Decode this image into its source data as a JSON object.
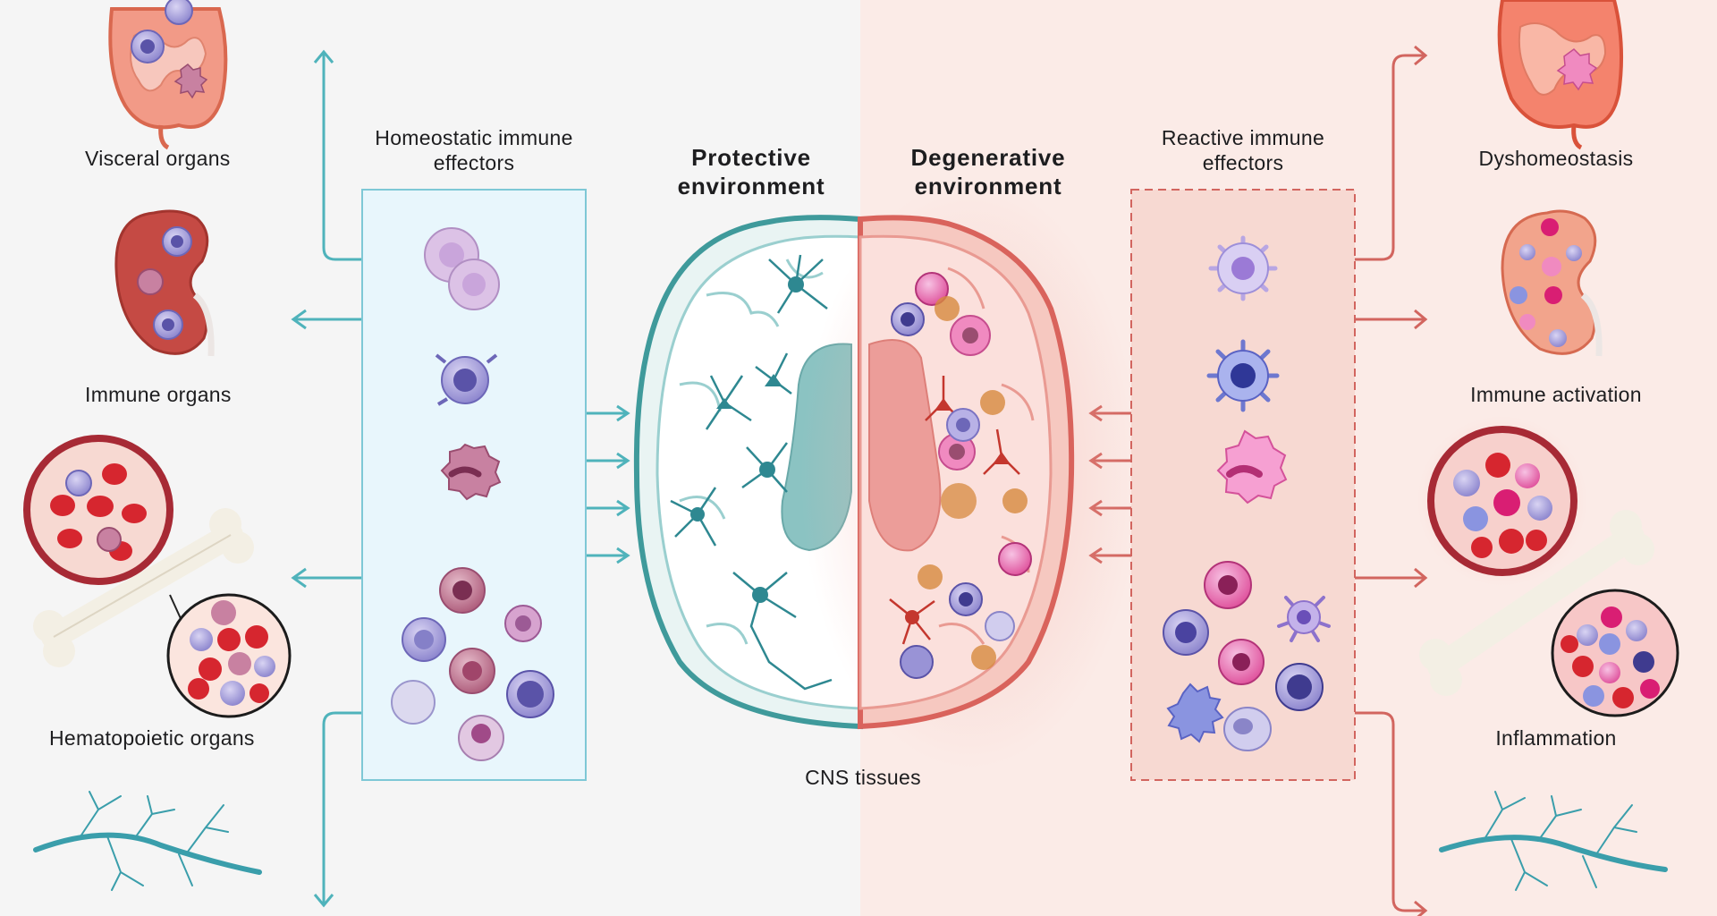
{
  "left": {
    "labels": {
      "visceral": "Visceral organs",
      "immune": "Immune organs",
      "hematopoietic": "Hematopoietic organs"
    },
    "effectors": {
      "line1": "Homeostatic immune",
      "line2": "effectors"
    },
    "environment": {
      "line1": "Protective",
      "line2": "environment"
    }
  },
  "right": {
    "labels": {
      "dyshomeostasis": "Dyshomeostasis",
      "activation": "Immune activation",
      "inflammation": "Inflammation"
    },
    "effectors": {
      "line1": "Reactive immune",
      "line2": "effectors"
    },
    "environment": {
      "line1": "Degenerative",
      "line2": "environment"
    }
  },
  "center": {
    "cns": "CNS tissues"
  },
  "colors": {
    "teal": "#4fb3bb",
    "red": "#d2655f",
    "left_bg": "#f5f5f5",
    "right_bg": "#fbebe7",
    "left_box_fill": "#e8f6fc",
    "right_box_fill": "#f7d9d2"
  }
}
